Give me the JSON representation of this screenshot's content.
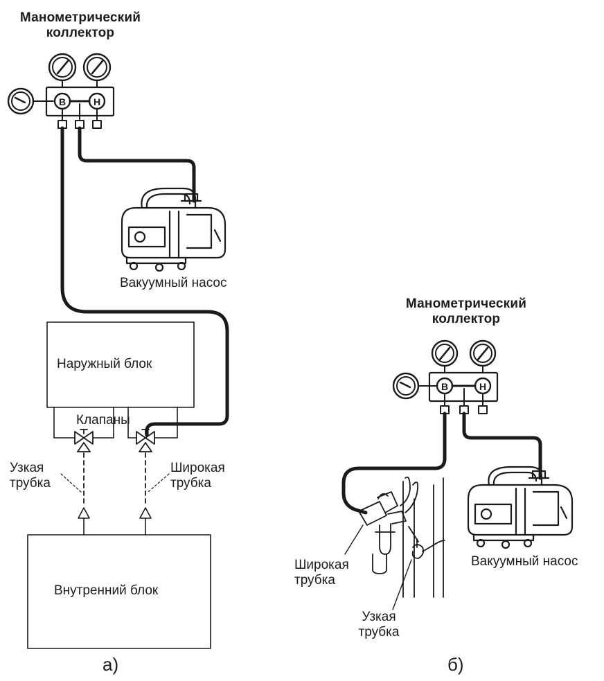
{
  "panel_a": {
    "manifold_label": [
      "Манометрический",
      "коллектор"
    ],
    "pump_label": "Вакуумный насос",
    "outdoor_unit": "Наружный блок",
    "valves": "Клапаны",
    "narrow_tube": [
      "Узкая",
      "трубка"
    ],
    "wide_tube": [
      "Широкая",
      "трубка"
    ],
    "indoor_unit": "Внутренний блок",
    "caption": "а)",
    "gauge_letters": [
      "В",
      "Н"
    ]
  },
  "panel_b": {
    "manifold_label": [
      "Манометрический",
      "коллектор"
    ],
    "pump_label": "Вакуумный насос",
    "wide_tube": [
      "Широкая",
      "трубка"
    ],
    "narrow_tube": [
      "Узкая",
      "трубка"
    ],
    "caption": "б)",
    "gauge_letters": [
      "В",
      "Н"
    ]
  }
}
